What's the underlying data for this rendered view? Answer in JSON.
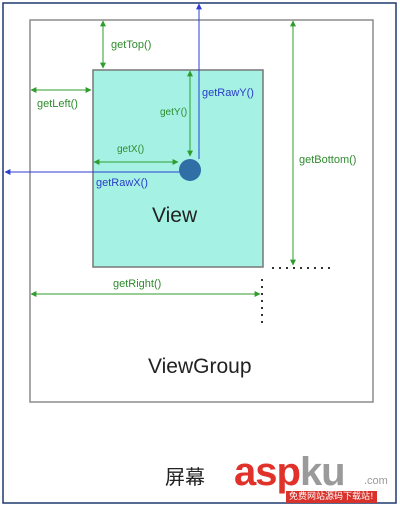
{
  "labels": {
    "view": "View",
    "view_group": "ViewGroup",
    "screen": "屏幕",
    "get_top": "getTop()",
    "get_left": "getLeft()",
    "get_y": "getY()",
    "get_raw_y": "getRawY()",
    "get_x": "getX()",
    "get_raw_x": "getRawX()",
    "get_bottom": "getBottom()",
    "get_right": "getRight()"
  },
  "watermark": {
    "brand_main": "asp",
    "brand_sub": "ku",
    "domain": ".com",
    "tagline": "免费网站源码下载站!"
  },
  "colors": {
    "screen_border": "#1f3a6e",
    "viewgroup_border": "#8c8c8c",
    "view_fill": "#a5f2e5",
    "view_border": "#777777",
    "touch_point": "#2f6fa6",
    "green_arrow": "#2e9d2e",
    "blue_arrow": "#2c3ed6",
    "label_green": "#2e8b2e",
    "label_blue": "#2a3cc8"
  }
}
